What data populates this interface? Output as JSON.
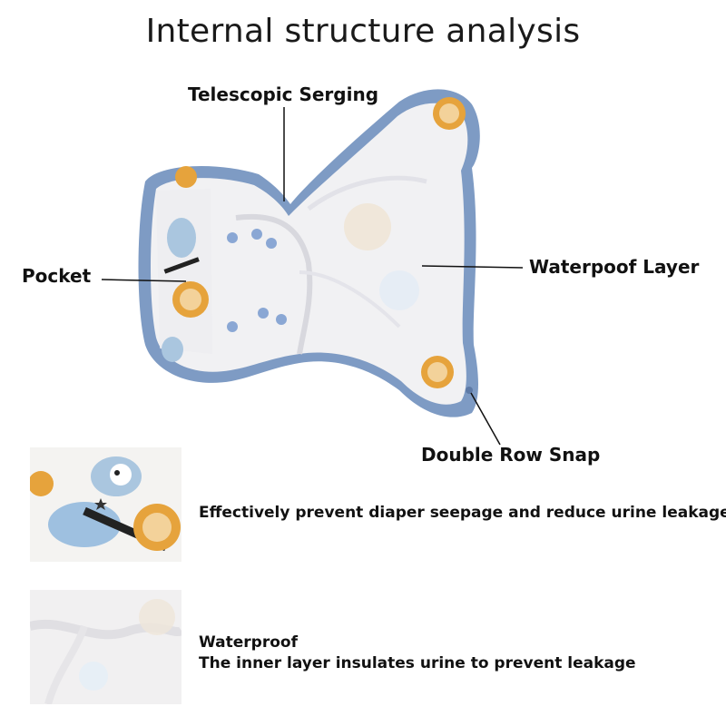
{
  "title": "Internal structure analysis",
  "callouts": {
    "serging": "Telescopic Serging",
    "pocket": "Pocket",
    "waterproof_layer": "Waterpoof Layer",
    "snap": "Double Row Snap"
  },
  "features": [
    {
      "text": "Effectively prevent diaper seepage and reduce urine leakage."
    },
    {
      "heading": "Waterproof",
      "text": "The inner layer insulates urine to prevent leakage"
    }
  ],
  "colors": {
    "binding": "#7e9bc4",
    "lining": "#f1f1f3",
    "snap": "#8aa7d4",
    "lion": "#e6a33c",
    "sloth": "#aac6df"
  }
}
